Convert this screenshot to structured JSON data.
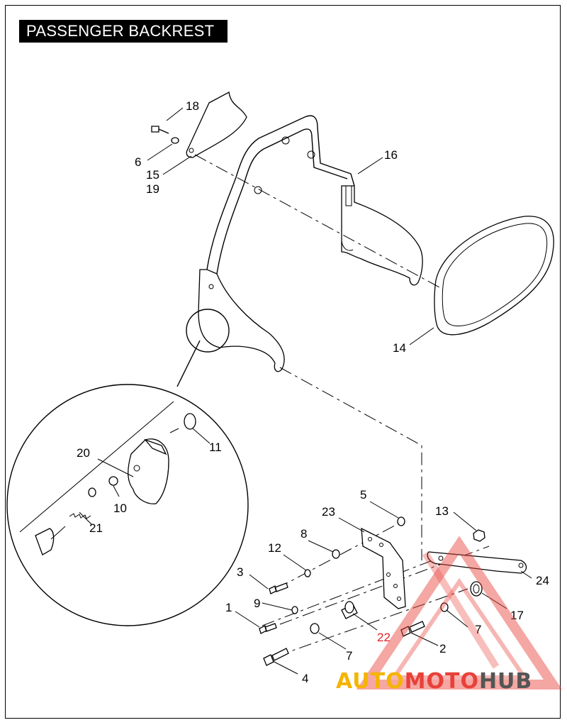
{
  "title": "PASSENGER BACKREST",
  "callouts": {
    "c1": "1",
    "c2": "2",
    "c3": "3",
    "c4": "4",
    "c5": "5",
    "c6": "6",
    "c7a": "7",
    "c7b": "7",
    "c8": "8",
    "c9": "9",
    "c10": "10",
    "c11": "11",
    "c12": "12",
    "c13": "13",
    "c14": "14",
    "c15": "15",
    "c16": "16",
    "c17": "17",
    "c18": "18",
    "c19": "19",
    "c20": "20",
    "c21": "21",
    "c22": "22",
    "c23": "23",
    "c24": "24"
  },
  "watermark": {
    "brand_a": "AUTO",
    "brand_b": "MOTO",
    "brand_c": "HUB",
    "colors": {
      "orange": "#f5b400",
      "red": "#e8413a",
      "gray": "#555555"
    }
  }
}
